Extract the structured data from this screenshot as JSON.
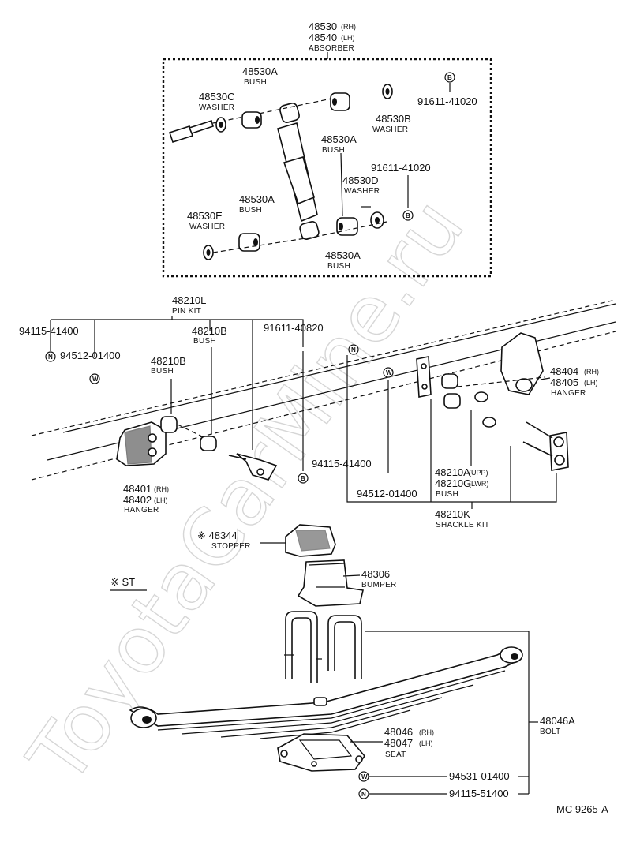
{
  "watermark": "ToyotaCarMine.ru",
  "footer_code": "MC 9265-A",
  "legend_marker": "※ ST",
  "absorber_group": {
    "part1": "48530",
    "part1_side": "(RH)",
    "part2": "48540",
    "part2_side": "(LH)",
    "desc": "ABSORBER"
  },
  "labels": {
    "bush_48530A_top": "48530A",
    "bush_48530A_top_desc": "BUSH",
    "washer_48530C": "48530C",
    "washer_48530C_desc": "WASHER",
    "bush_48530A_mid": "48530A",
    "bush_48530A_mid_desc": "BUSH",
    "washer_48530B": "48530B",
    "washer_48530B_desc": "WASHER",
    "bolt_91611_41020_a": "91611-41020",
    "bolt_91611_41020_b": "91611-41020",
    "washer_48530D": "48530D",
    "washer_48530D_desc": "WASHER",
    "bush_48530A_low": "48530A",
    "bush_48530A_low_desc": "BUSH",
    "washer_48530E": "48530E",
    "washer_48530E_desc": "WASHER",
    "bush_48530A_bot": "48530A",
    "bush_48530A_bot_desc": "BUSH",
    "pin_kit": "48210L",
    "pin_kit_desc": "PIN KIT",
    "nut_94115_41400_left": "94115-41400",
    "washer_94512_01400_left": "94512-01400",
    "bush_48210B_a": "48210B",
    "bush_48210B_a_desc": "BUSH",
    "bush_48210B_b": "48210B",
    "bush_48210B_b_desc": "BUSH",
    "bolt_91611_40820": "91611-40820",
    "hanger_48404": "48404",
    "hanger_48404_side": "(RH)",
    "hanger_48405": "48405",
    "hanger_48405_side": "(LH)",
    "hanger_rear_desc": "HANGER",
    "nut_94115_41400_right": "94115-41400",
    "washer_94512_01400_right": "94512-01400",
    "bush_48210A": "48210A",
    "bush_48210A_side": "(UPP)",
    "bush_48210G": "48210G",
    "bush_48210G_side": "(LWR)",
    "bush_shackle_desc": "BUSH",
    "shackle_kit": "48210K",
    "shackle_kit_desc": "SHACKLE KIT",
    "hanger_48401": "48401",
    "hanger_48401_side": "(RH)",
    "hanger_48402": "48402",
    "hanger_48402_side": "(LH)",
    "hanger_front_desc": "HANGER",
    "stopper": "※ 48344",
    "stopper_desc": "STOPPER",
    "bumper": "48306",
    "bumper_desc": "BUMPER",
    "bolt_48046A": "48046A",
    "bolt_48046A_desc": "BOLT",
    "seat_48046": "48046",
    "seat_48046_side": "(RH)",
    "seat_48047": "48047",
    "seat_48047_side": "(LH)",
    "seat_desc": "SEAT",
    "washer_94531_01400": "94531-01400",
    "nut_94115_51400": "94115-51400"
  },
  "symbols": {
    "b": "B",
    "n": "N",
    "w": "W"
  },
  "icons": [
    "shock-absorber-icon",
    "bush-icon",
    "washer-icon",
    "bolt-icon",
    "nut-symbol-icon",
    "washer-symbol-icon",
    "bolt-symbol-icon",
    "hanger-bracket-icon",
    "shackle-plate-icon",
    "leaf-spring-icon",
    "u-bolt-icon",
    "bumper-icon",
    "stopper-icon",
    "spring-seat-icon"
  ]
}
